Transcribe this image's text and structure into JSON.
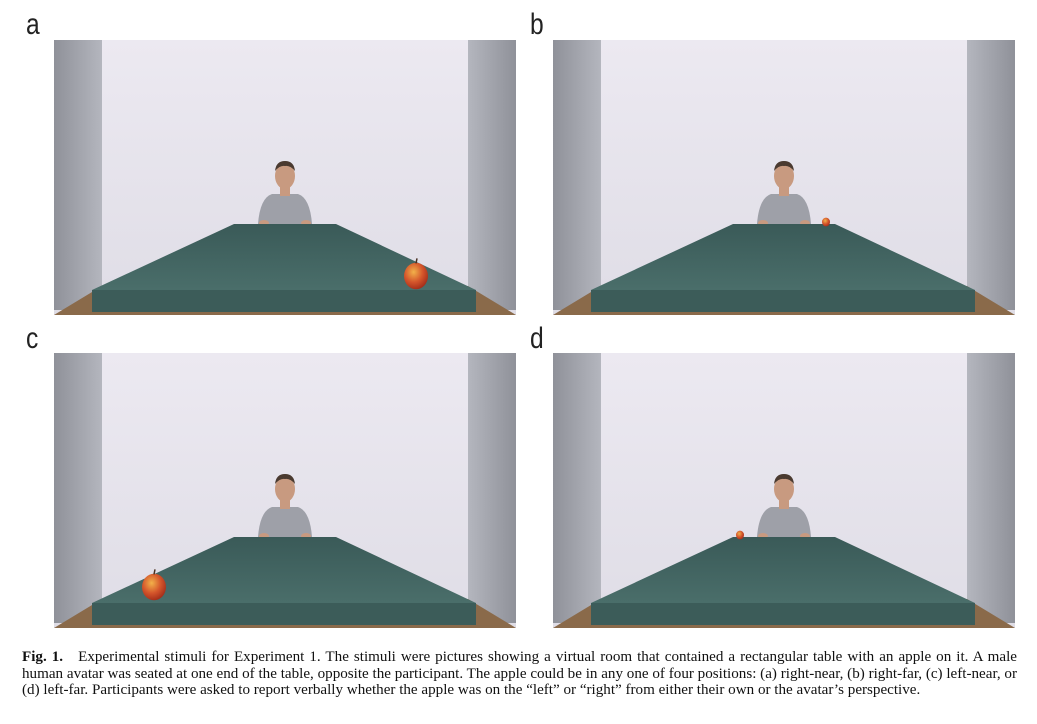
{
  "figure": {
    "panels": [
      {
        "label": "a",
        "apple": "right-near"
      },
      {
        "label": "b",
        "apple": "right-far"
      },
      {
        "label": "c",
        "apple": "left-near"
      },
      {
        "label": "d",
        "apple": "left-far"
      }
    ],
    "caption": {
      "lead": "Fig. 1.",
      "text": "Experimental stimuli for Experiment 1. The stimuli were pictures showing a virtual room that contained a rectangular table with an apple on it. A male human avatar was seated at one end of the table, opposite the participant. The apple could be in any one of four positions: (a) right-near, (b) right-far, (c) left-near, or (d) left-far. Participants were asked to report verbally whether the apple was on the “left” or “right” from either their own or the avatar’s perspective."
    }
  },
  "colors": {
    "wall": "#e6e4ec",
    "side_wall": "#9a9ca4",
    "floor": "#8a6a4a",
    "table": "#3f615e",
    "shirt": "#9ea0a8",
    "skin": "#c89a80",
    "apple": "#d4552b"
  }
}
